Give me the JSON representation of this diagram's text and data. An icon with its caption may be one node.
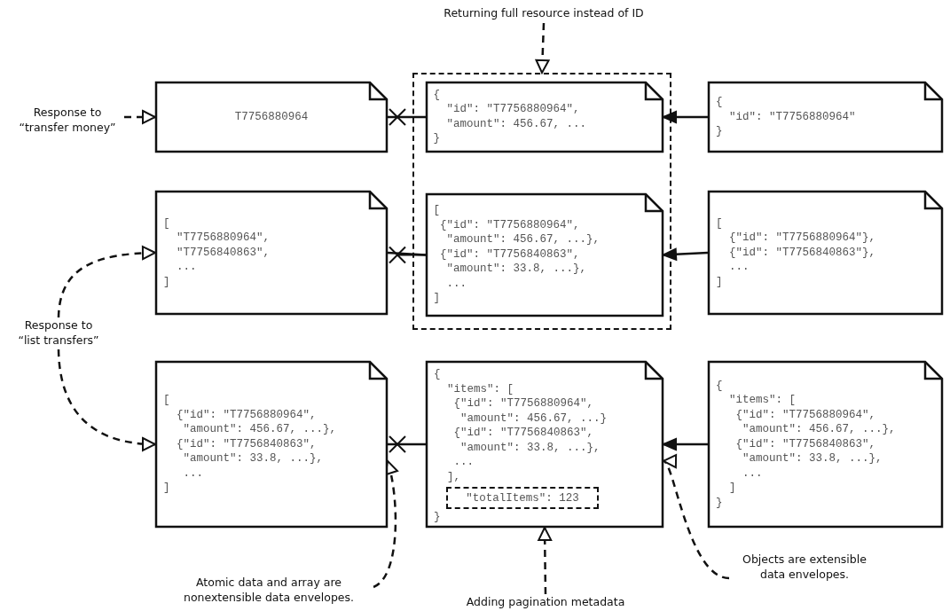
{
  "diagram": {
    "nodes": [
      {
        "text": [
          "Returning full resource instead of ID"
        ]
      },
      {
        "text": [],
        "shape": "box"
      },
      {
        "text": [
          "Response to “transfer money”"
        ]
      },
      {
        "text": [
          "T7756880964"
        ]
      },
      {
        "text": [
          "{",
          "\"id\": \"T7756880964\",",
          "\"amount\": 456.67, ...",
          "}"
        ],
        "in": 1
      },
      {
        "text": [
          "{",
          "\"id\": \"T7756880964\"",
          "}"
        ]
      },
      {
        "text": [
          "[",
          "\"T7756880964\",",
          "\"T7756840863\",",
          "...",
          "]"
        ]
      },
      {
        "text": [
          "[",
          "{\"id\": \"T7756880964\",",
          "\"amount\": 456.67, ...},",
          "{\"id\": \"T7756840863\",",
          "\"amount\": 33.8, ...},",
          "...",
          "]"
        ],
        "in": 1
      },
      {
        "text": [
          "[",
          "{\"id\": \"T7756880964\"},",
          "{\"id\": \"T7756840863\"},",
          "...",
          "]"
        ]
      },
      {
        "text": [
          "Response to “list transfers”"
        ]
      },
      {
        "text": [
          "[",
          "{\"id\": \"T7756880964\",",
          "\"amount\": 456.67, ...},",
          "{\"id\": \"T7756840863\",",
          "\"amount\": 33.8, ...},",
          "...",
          "]"
        ]
      },
      {
        "text": [
          "{",
          "\"items\": [",
          "{\"id\": \"T7756880964\",",
          "\"amount\": 456.67, ...}",
          "{\"id\": \"T7756840863\",",
          "\"amount\": 33.8, ...},",
          "...",
          "],",
          "}"
        ]
      },
      {
        "text": [
          "\"totalItems\": 123"
        ],
        "in": 11
      },
      {
        "text": [
          "{",
          "\"items\": [",
          "{\"id\": \"T7756880964\",",
          "\"amount\": 456.67, ...},",
          "{\"id\": \"T7756840863\",",
          "\"amount\": 33.8, ...},",
          "...",
          "]",
          "}"
        ]
      },
      {
        "text": [
          "Atomic data and array are nonextensible data envelopes."
        ]
      },
      {
        "text": [
          "Adding pagination metadata"
        ]
      },
      {
        "text": [
          "Objects are extensible data envelopes."
        ]
      }
    ],
    "edges": [
      {
        "from": 0,
        "to": 1,
        "arrow": "to",
        "style": "dashed"
      },
      {
        "from": 2,
        "to": 3,
        "arrow": "to",
        "style": "dashed"
      },
      {
        "from": 3,
        "to": 4,
        "arrow": "other"
      },
      {
        "from": 5,
        "to": 4,
        "arrow": "to"
      },
      {
        "from": 6,
        "to": 7,
        "arrow": "other"
      },
      {
        "from": 8,
        "to": 7,
        "arrow": "to"
      },
      {
        "from": 9,
        "to": 6,
        "arrow": "to",
        "style": "dashed"
      },
      {
        "from": 9,
        "to": 10,
        "arrow": "to",
        "style": "dashed"
      },
      {
        "from": 10,
        "to": 11,
        "arrow": "other"
      },
      {
        "from": 13,
        "to": 11,
        "arrow": "to"
      },
      {
        "from": 14,
        "to": 10,
        "arrow": "to",
        "style": "dashed"
      },
      {
        "from": 15,
        "to": 11,
        "arrow": "to",
        "style": "dashed"
      },
      {
        "from": 16,
        "to": 11,
        "arrow": "to",
        "style": "dashed"
      }
    ]
  }
}
